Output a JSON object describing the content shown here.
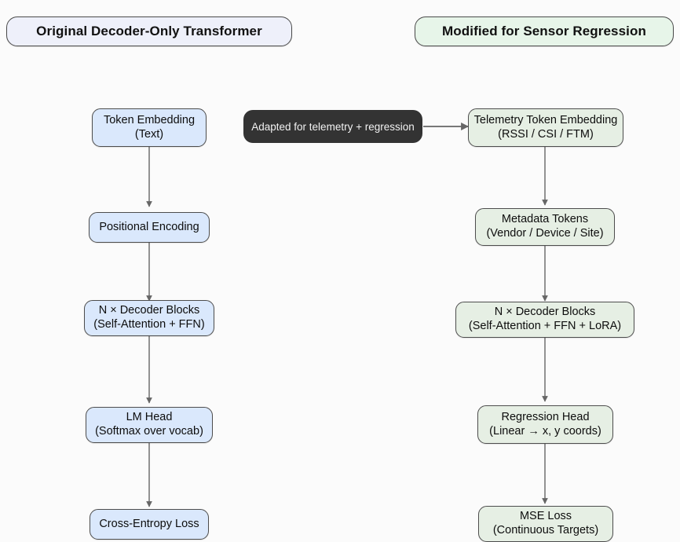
{
  "diagram": {
    "type": "flowchart",
    "background_color": "#fbfbfb",
    "columns": [
      {
        "id": "left",
        "title": "Original Decoder-Only Transformer",
        "node_fill": "#dae8fc",
        "title_fill": "#eef0fa"
      },
      {
        "id": "right",
        "title": "Modified for Sensor Regression",
        "node_fill": "#e6efe4",
        "title_fill": "#e7f5e9"
      }
    ],
    "left_nodes": [
      {
        "line1": "Token Embedding",
        "line2": "(Text)"
      },
      {
        "line1": "Positional Encoding",
        "line2": ""
      },
      {
        "line1": "N × Decoder Blocks",
        "line2": "(Self-Attention + FFN)"
      },
      {
        "line1": "LM Head",
        "line2": "(Softmax over vocab)"
      },
      {
        "line1": "Cross-Entropy Loss",
        "line2": ""
      }
    ],
    "right_nodes": [
      {
        "line1": "Telemetry Token Embedding",
        "line2": "(RSSI / CSI / FTM)"
      },
      {
        "line1": "Metadata Tokens",
        "line2": "(Vendor / Device / Site)"
      },
      {
        "line1": "N × Decoder Blocks",
        "line2": "(Self-Attention + FFN + LoRA)"
      },
      {
        "line1": "Regression Head",
        "line2": "(Linear → x, y coords)"
      },
      {
        "line1": "MSE Loss",
        "line2": "(Continuous Targets)"
      }
    ],
    "adapter_note": {
      "label": "Adapted for telemetry + regression",
      "fill": "#333333",
      "text_color": "#f2f2f2"
    },
    "edge_color": "#666666"
  }
}
